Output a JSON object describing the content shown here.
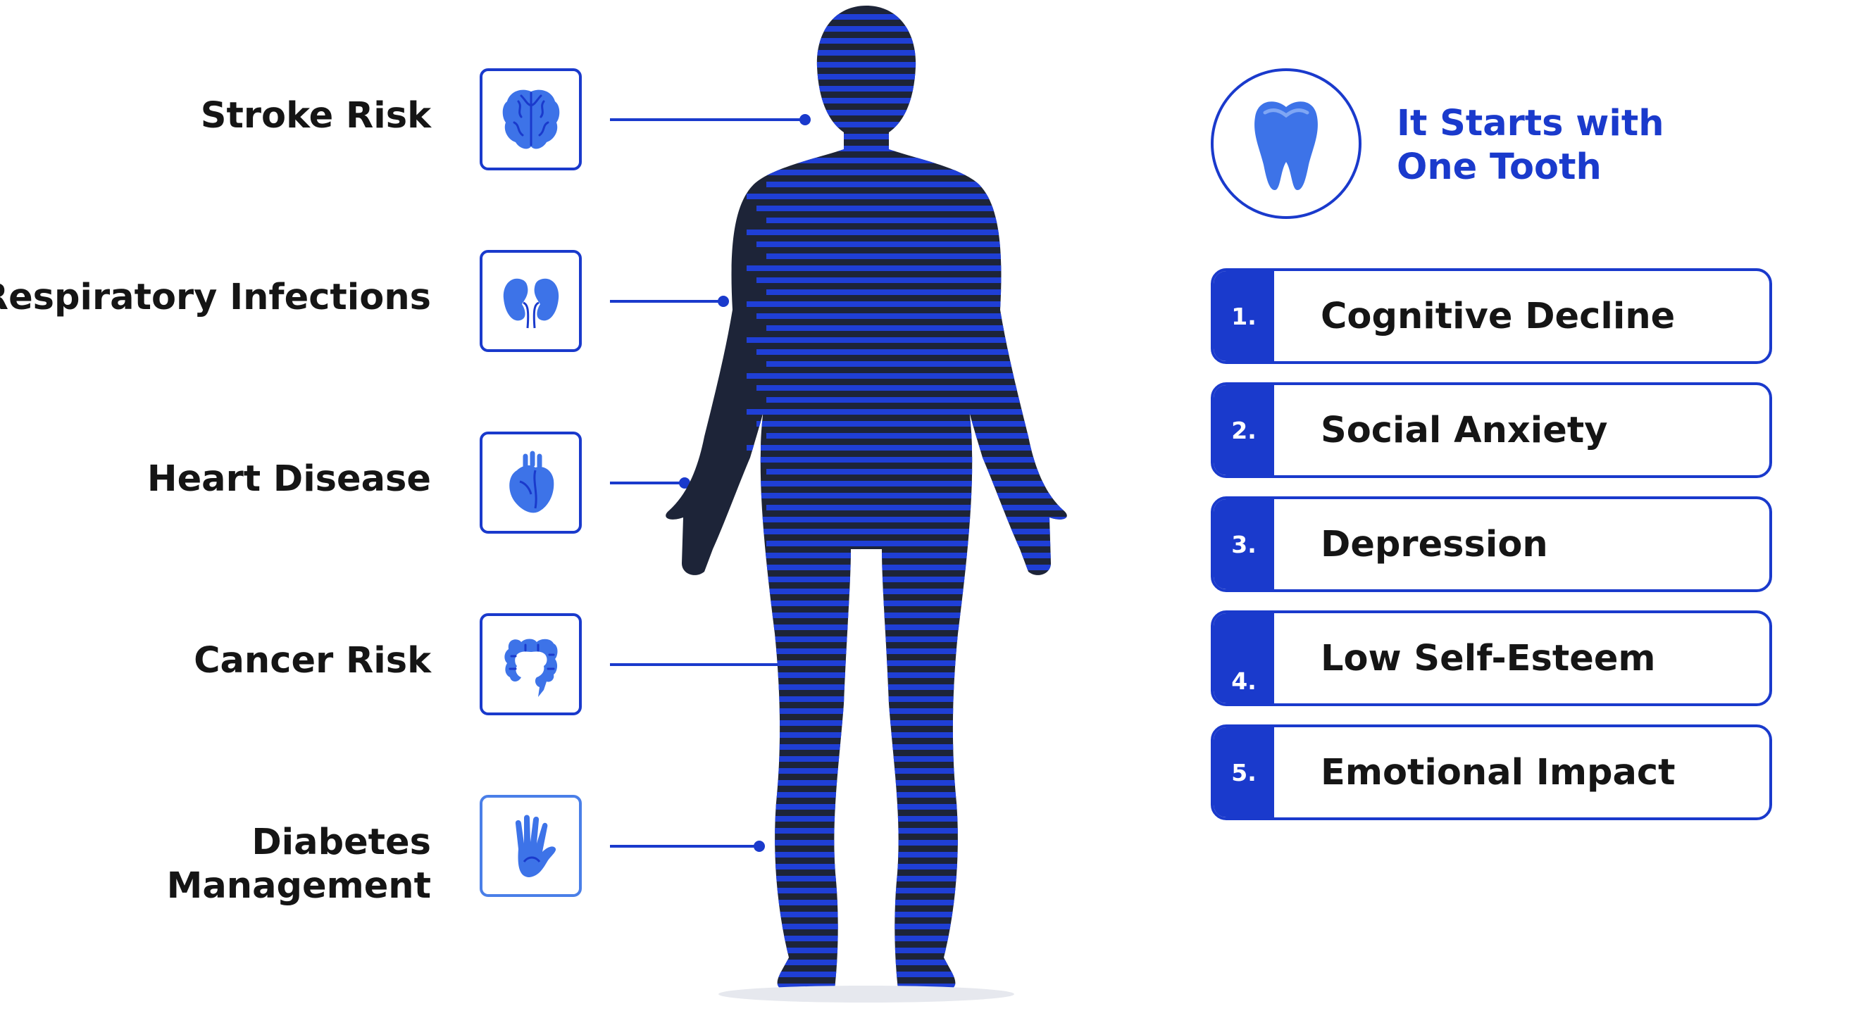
{
  "conditions": [
    {
      "label": "Stroke Risk",
      "icon": "brain-icon"
    },
    {
      "label": "Respiratory Infections",
      "icon": "kidneys-icon"
    },
    {
      "label": "Heart Disease",
      "icon": "heart-icon"
    },
    {
      "label": "Cancer Risk",
      "icon": "intestine-icon"
    },
    {
      "label": "Diabetes Management",
      "icon": "hand-icon"
    }
  ],
  "headline": {
    "line1": "It Starts with",
    "line2": "One Tooth",
    "icon": "tooth-icon"
  },
  "effects": [
    {
      "number": "1.",
      "label": "Cognitive Decline"
    },
    {
      "number": "2.",
      "label": "Social Anxiety"
    },
    {
      "number": "3.",
      "label": "Depression"
    },
    {
      "number": "4.",
      "label": "Low Self-Esteem"
    },
    {
      "number": "5.",
      "label": "Emotional Impact"
    }
  ],
  "colors": {
    "accent": "#1a3acc",
    "icon_fill": "#3d73e8",
    "silhouette": "#1d2438",
    "stripes": "#1f3fd6",
    "text": "#151515"
  }
}
